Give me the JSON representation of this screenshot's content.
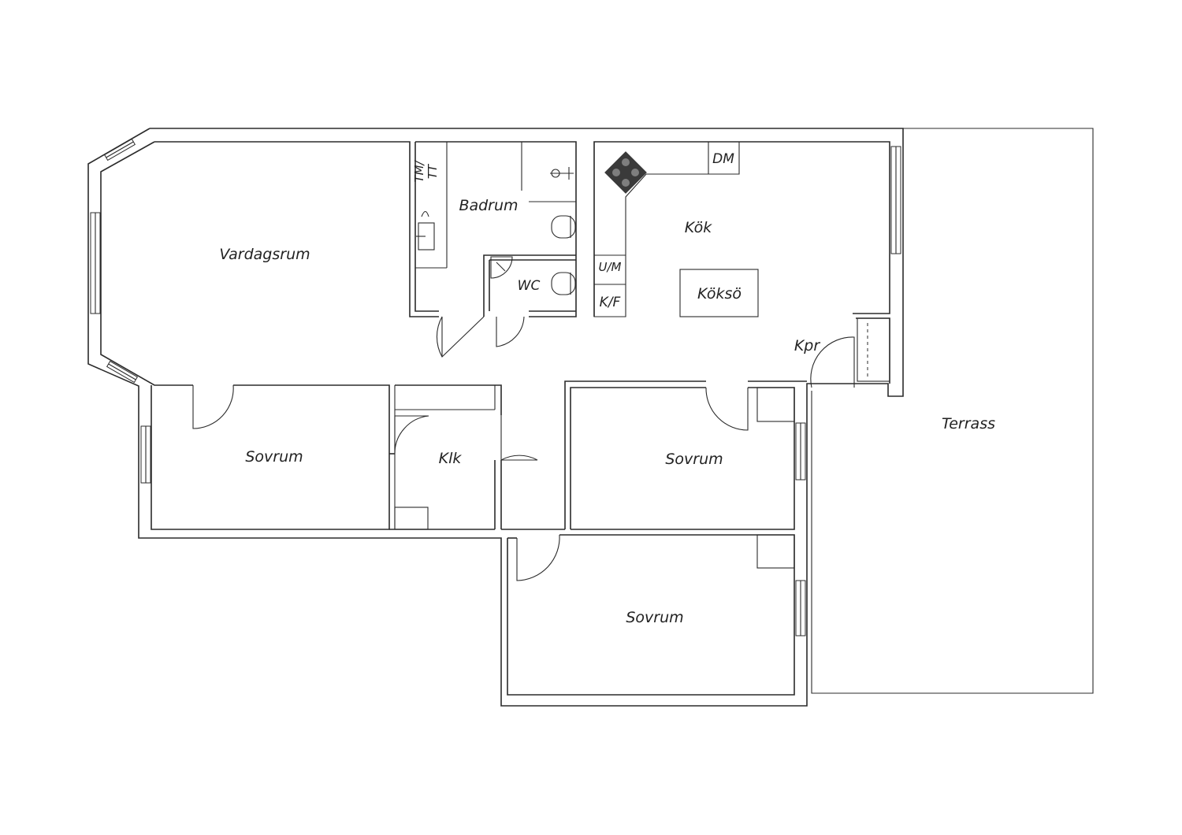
{
  "rooms": {
    "vardagsrum": "Vardagsrum",
    "badrum": "Badrum",
    "tm_tt": "TM/\nTT",
    "wc": "WC",
    "kok": "Kök",
    "dm": "DM",
    "um": "U/M",
    "kf": "K/F",
    "kokso": "Köksö",
    "kpr": "Kpr",
    "terrass": "Terrass",
    "sovrum_1": "Sovrum",
    "klk": "Klk",
    "sovrum_2": "Sovrum",
    "sovrum_3": "Sovrum"
  },
  "icons": {
    "stove": "stove-icon",
    "shower": "shower-icon",
    "sink": "sink-icon",
    "toilet": "toilet-icon"
  },
  "colors": {
    "line": "#2b2b2b",
    "stove": "#3a3a3a"
  }
}
